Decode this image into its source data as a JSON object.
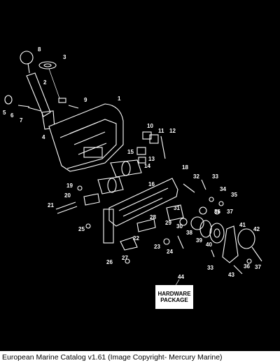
{
  "caption": "European Marine Catalog v1.61 (Image Copyright- Mercury Marine)",
  "hardware_package": {
    "line1": "HARDWARE",
    "line2": "PACKAGE"
  },
  "callouts": {
    "c1": "1",
    "c2": "2",
    "c3": "3",
    "c4": "4",
    "c5": "5",
    "c6": "6",
    "c7": "7",
    "c8": "8",
    "c9": "9",
    "c10": "10",
    "c11": "11",
    "c12": "12",
    "c13": "13",
    "c14": "14",
    "c15": "15",
    "c16": "16",
    "c18": "18",
    "c19": "19",
    "c20": "20",
    "c21": "21",
    "c22": "22",
    "c23": "23",
    "c24": "24",
    "c25": "25",
    "c26": "26",
    "c27": "27",
    "c28": "28",
    "c29": "29",
    "c30": "30",
    "c31": "31",
    "c32": "32",
    "c33a": "33",
    "c33b": "33",
    "c34": "34",
    "c35": "35",
    "c36a": "36",
    "c36b": "36",
    "c37a": "37",
    "c37b": "37",
    "c38": "38",
    "c39": "39",
    "c40": "40",
    "c41": "41",
    "c42": "42",
    "c43": "43",
    "c44": "44"
  },
  "colors": {
    "background": "#000000",
    "lines": "#ffffff",
    "caption_bg": "#ffffff"
  }
}
